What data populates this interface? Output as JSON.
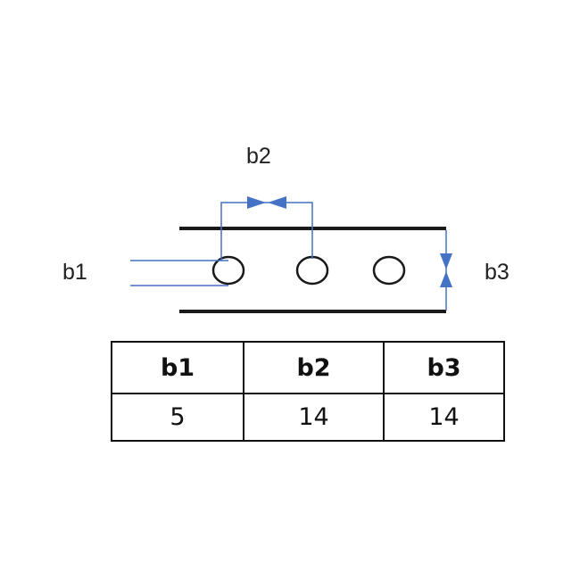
{
  "diagram": {
    "labels": {
      "b1": "b1",
      "b2": "b2",
      "b3": "b3"
    },
    "hole_count": 3,
    "colors": {
      "strip": "#1a1a1a",
      "dimension": "#4472c4",
      "background": "#ffffff"
    }
  },
  "table": {
    "headers": [
      "b1",
      "b2",
      "b3"
    ],
    "values": [
      "5",
      "14",
      "14"
    ]
  }
}
